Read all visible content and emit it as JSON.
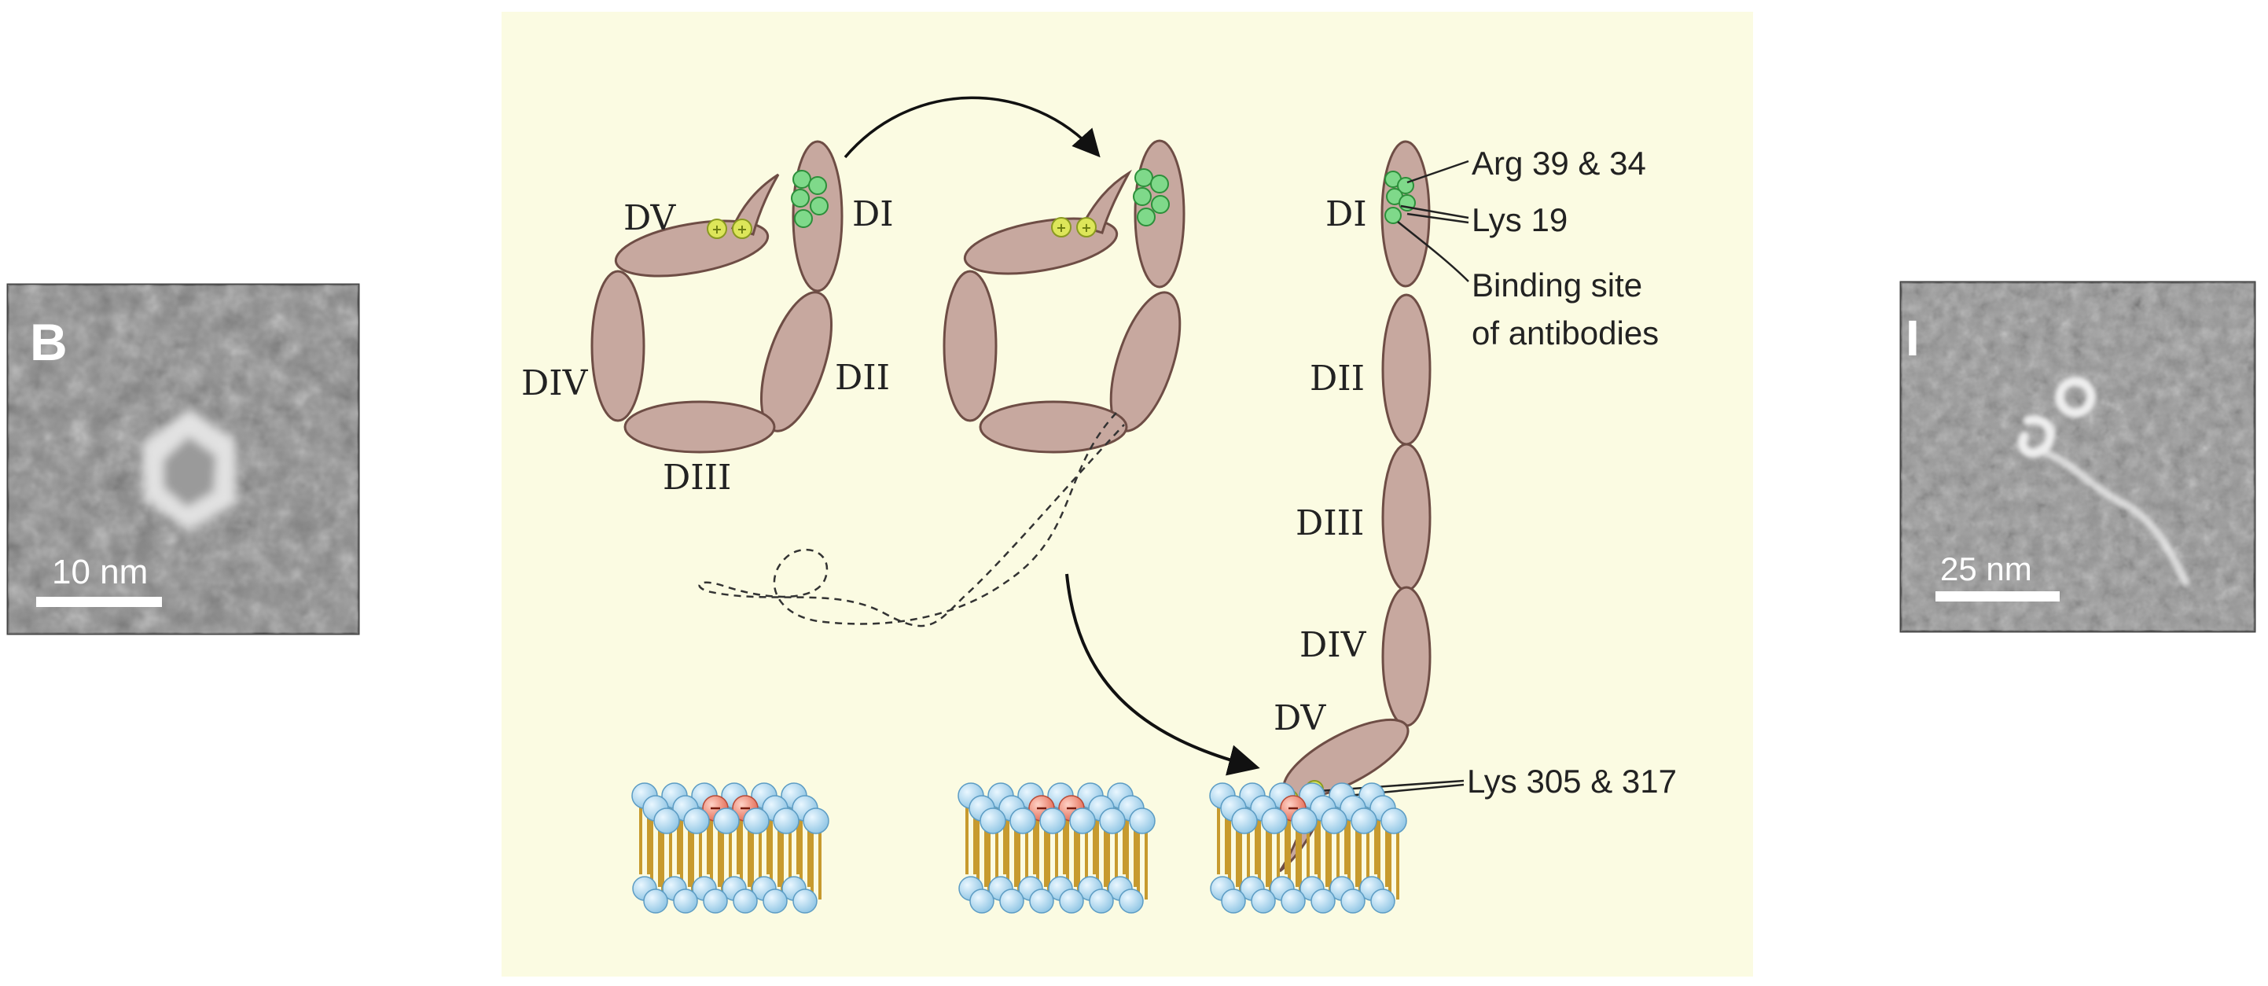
{
  "panels": {
    "left_em": {
      "panel_letter": "B",
      "scale_bar_label": "10 nm"
    },
    "right_em": {
      "panel_letter": "I",
      "scale_bar_label": "25 nm"
    }
  },
  "diagram": {
    "domain_labels_closed": [
      "DV",
      "DI",
      "DIV",
      "DII",
      "DIII"
    ],
    "domain_labels_extended": [
      "DI",
      "DII",
      "DIII",
      "DIV",
      "DV"
    ],
    "annotations": {
      "arg": "Arg 39 & 34",
      "lys19": "Lys 19",
      "binding_line1": "Binding site",
      "binding_line2": "of antibodies",
      "lys305": "Lys 305 & 317"
    },
    "colors": {
      "background": "#fbfbe2",
      "domain_fill": "#c7a89f",
      "domain_stroke": "#6e4d45",
      "epitope": "#6fcf7a",
      "positive_charge": "#dde65a",
      "negative_charge": "#f08a72",
      "lipid_head": "#b9dff2",
      "lipid_tail": "#c79a2e"
    }
  }
}
